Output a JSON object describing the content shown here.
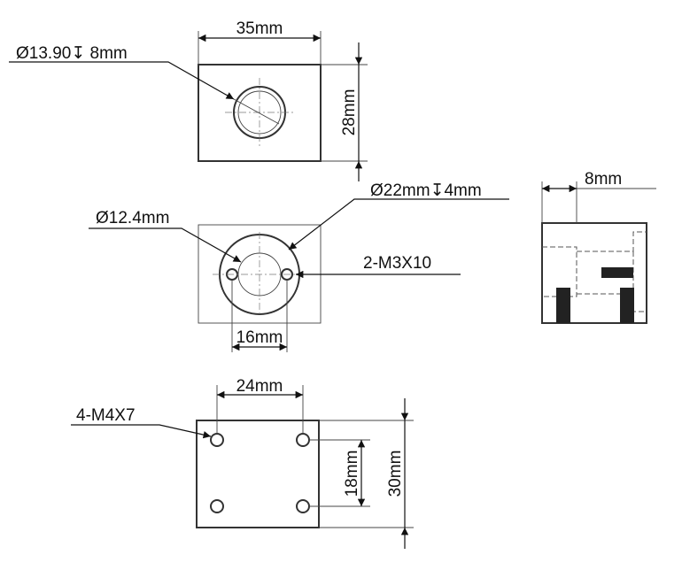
{
  "top_view": {
    "width_dim": "35mm",
    "height_dim": "28mm",
    "bore_label": "Ø13.90↧ 8mm"
  },
  "middle_view": {
    "counterbore_label": "Ø22mm↧4mm",
    "bore_label": "Ø12.4mm",
    "screw_label": "2-M3X10",
    "spacing_dim": "16mm"
  },
  "side_view": {
    "depth_dim": "8mm"
  },
  "bottom_view": {
    "holes_label": "4-M4X7",
    "width_dim": "24mm",
    "inner_height_dim": "18mm",
    "height_dim": "30mm"
  }
}
